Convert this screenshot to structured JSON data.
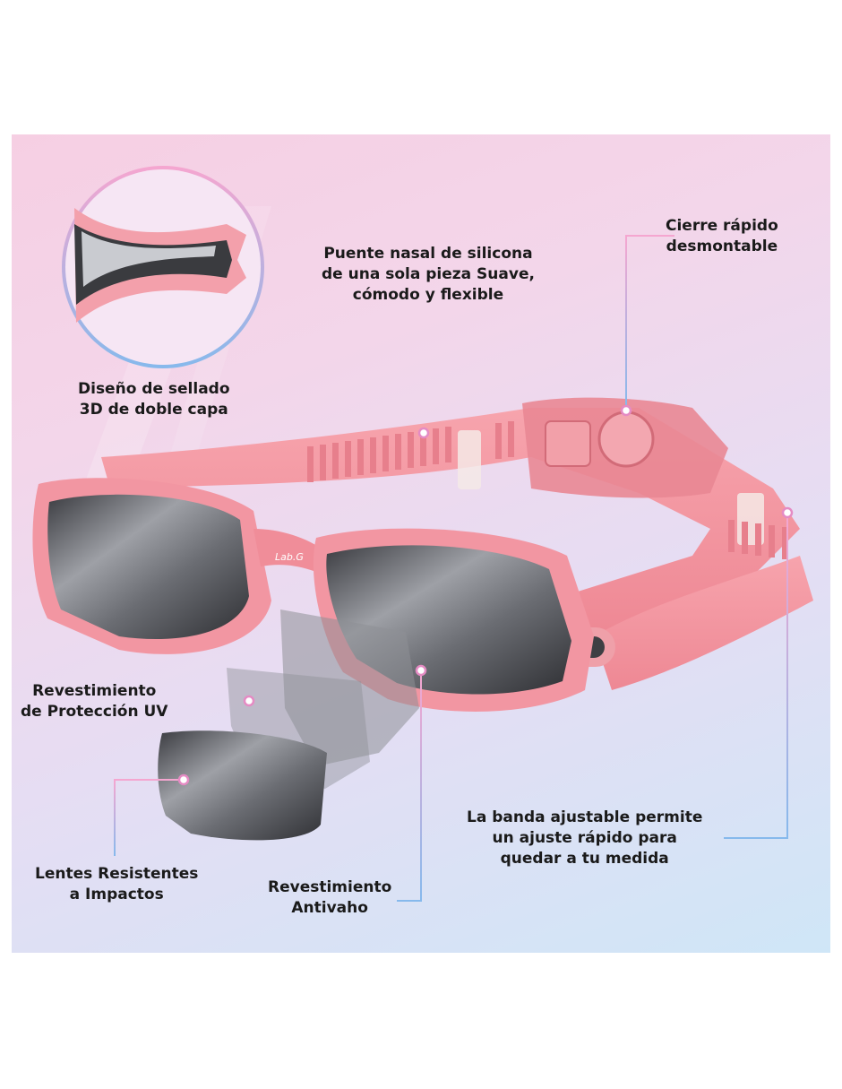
{
  "brand_logo": "Lab.G",
  "colors": {
    "accent_pink": "#f08ab4",
    "accent_blue": "#6fb6e8",
    "goggle_pink": "#f59aa5",
    "lens_gray": "#7d7f86"
  },
  "features": {
    "seal": {
      "lines": [
        "Diseño de sellado",
        "3D de doble capa"
      ]
    },
    "nose_bridge": {
      "lines": [
        "Puente nasal de silicona",
        "de una sola pieza Suave,",
        "cómodo y flexible"
      ]
    },
    "quick_release": {
      "lines": [
        "Cierre rápido",
        "desmontable"
      ]
    },
    "uv_coating": {
      "lines": [
        "Revestimiento",
        "de Protección UV"
      ]
    },
    "impact_lens": {
      "lines": [
        "Lentes Resistentes",
        "a Impactos"
      ]
    },
    "antifog": {
      "lines": [
        "Revestimiento",
        "Antivaho"
      ]
    },
    "adjustable_band": {
      "lines": [
        "La banda ajustable permite",
        "un ajuste rápido para",
        "quedar a tu medida"
      ]
    }
  }
}
